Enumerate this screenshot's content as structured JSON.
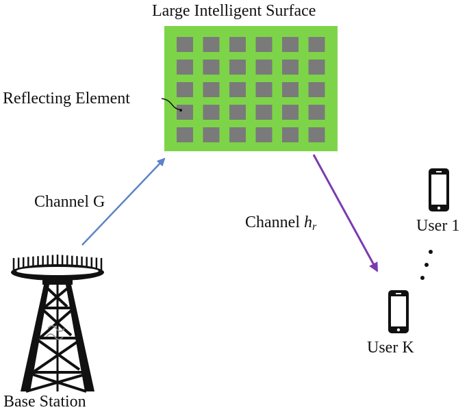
{
  "surface": {
    "title": "Large Intelligent Surface",
    "element_label": "Reflecting Element",
    "rows": 5,
    "cols": 6,
    "fill_color": "#7ed448",
    "element_color": "#7a7a7a"
  },
  "channels": {
    "g_label": "Channel G",
    "hr_prefix": "Channel ",
    "hr_symbol": "h",
    "hr_subscript": "r",
    "g_color": "#5b83c7",
    "hr_color": "#7a3ab0"
  },
  "users": {
    "first_label": "User 1",
    "last_label": "User K",
    "phone_icon": "smartphone-icon",
    "ellipsis_icon": "vertical-ellipsis-icon"
  },
  "base_station": {
    "label": "Base Station",
    "icon": "cell-tower-icon"
  }
}
